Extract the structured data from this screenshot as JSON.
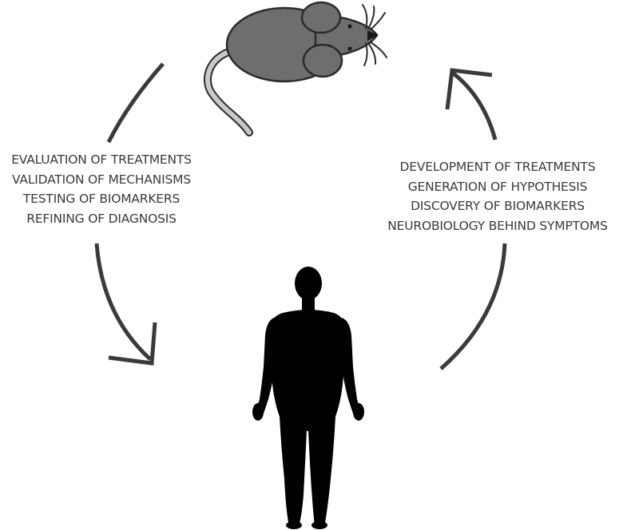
{
  "left_list": {
    "items": [
      "EVALUATION OF TREATMENTS",
      "VALIDATION OF MECHANISMS",
      "TESTING OF BIOMARKERS",
      "REFINING OF DIAGNOSIS"
    ]
  },
  "right_list": {
    "items": [
      "DEVELOPMENT OF TREATMENTS",
      "GENERATION OF HYPOTHESIS",
      "DISCOVERY OF BIOMARKERS",
      "NEUROBIOLOGY BEHIND SYMPTOMS"
    ]
  },
  "colors": {
    "arrow": "#3a3a3a",
    "mouse_body": "#6e6e70",
    "mouse_outline": "#2b2b2b",
    "mouse_tail": "#c9c9c9",
    "human_silhouette": "#000000",
    "text": "#3a3a3a"
  },
  "icons": [
    "mouse-icon",
    "human-silhouette-icon",
    "arrow-icon"
  ]
}
